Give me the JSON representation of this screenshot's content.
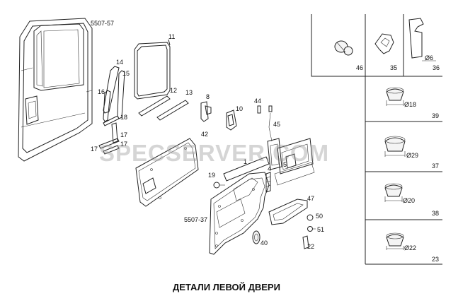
{
  "diagram": {
    "title": "ДЕТАЛИ ЛЕВОЙ ДВЕРИ",
    "watermark": "SPECSERVER.COM",
    "assembly_labels": {
      "door": "5507-57",
      "trim": "5507-37"
    },
    "part_numbers": {
      "p11": "11",
      "p14": "14",
      "p15": "15",
      "p16": "16",
      "p12": "12",
      "p13": "13",
      "p18": "18",
      "p17a": "17",
      "p17b": "17",
      "p17c": "17",
      "p8": "8",
      "p42": "42",
      "p10": "10",
      "p44": "44",
      "p45": "45",
      "p1": "1",
      "p4": "4",
      "p5": "5",
      "p19": "19",
      "p47": "47",
      "p50": "50",
      "p51": "51",
      "p22": "22",
      "p40": "40"
    },
    "grid_cells": [
      {
        "ref": "46",
        "dim": ""
      },
      {
        "ref": "35",
        "dim": ""
      },
      {
        "ref": "36",
        "dim": "Ø6"
      },
      {
        "ref": "39",
        "dim": "Ø18"
      },
      {
        "ref": "37",
        "dim": "Ø29"
      },
      {
        "ref": "38",
        "dim": "Ø20"
      },
      {
        "ref": "23",
        "dim": "Ø22"
      }
    ],
    "colors": {
      "line": "#222222",
      "watermark": "#969696"
    }
  }
}
